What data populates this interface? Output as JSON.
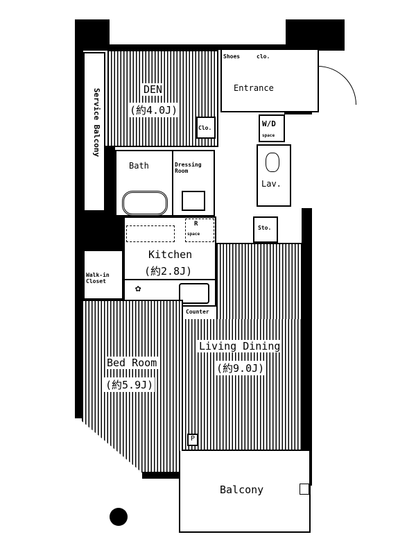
{
  "rooms": {
    "den": {
      "name": "DEN",
      "size": "(約4.0J)"
    },
    "entrance": {
      "name": "Entrance"
    },
    "shoes": {
      "name": "Shoes"
    },
    "clo_entrance": {
      "name": "clo."
    },
    "clo": {
      "name": "Clo."
    },
    "wd": {
      "name": "W/D",
      "sub": "space"
    },
    "service_balcony": {
      "name": "Service Balcony"
    },
    "bath": {
      "name": "Bath"
    },
    "dressing": {
      "name": "Dressing Room"
    },
    "lav": {
      "name": "Lav."
    },
    "r_space": {
      "name": "R",
      "sub": "space"
    },
    "sto": {
      "name": "Sto."
    },
    "kitchen": {
      "name": "Kitchen",
      "size": "(約2.8J)"
    },
    "walkin": {
      "name": "Walk-in Closet"
    },
    "counter": {
      "name": "Counter"
    },
    "living": {
      "name": "Living Dining",
      "size": "(約9.0J)"
    },
    "bedroom": {
      "name": "Bed Room",
      "size": "(約5.9J)"
    },
    "p": {
      "name": "P"
    },
    "balcony": {
      "name": "Balcony"
    }
  }
}
